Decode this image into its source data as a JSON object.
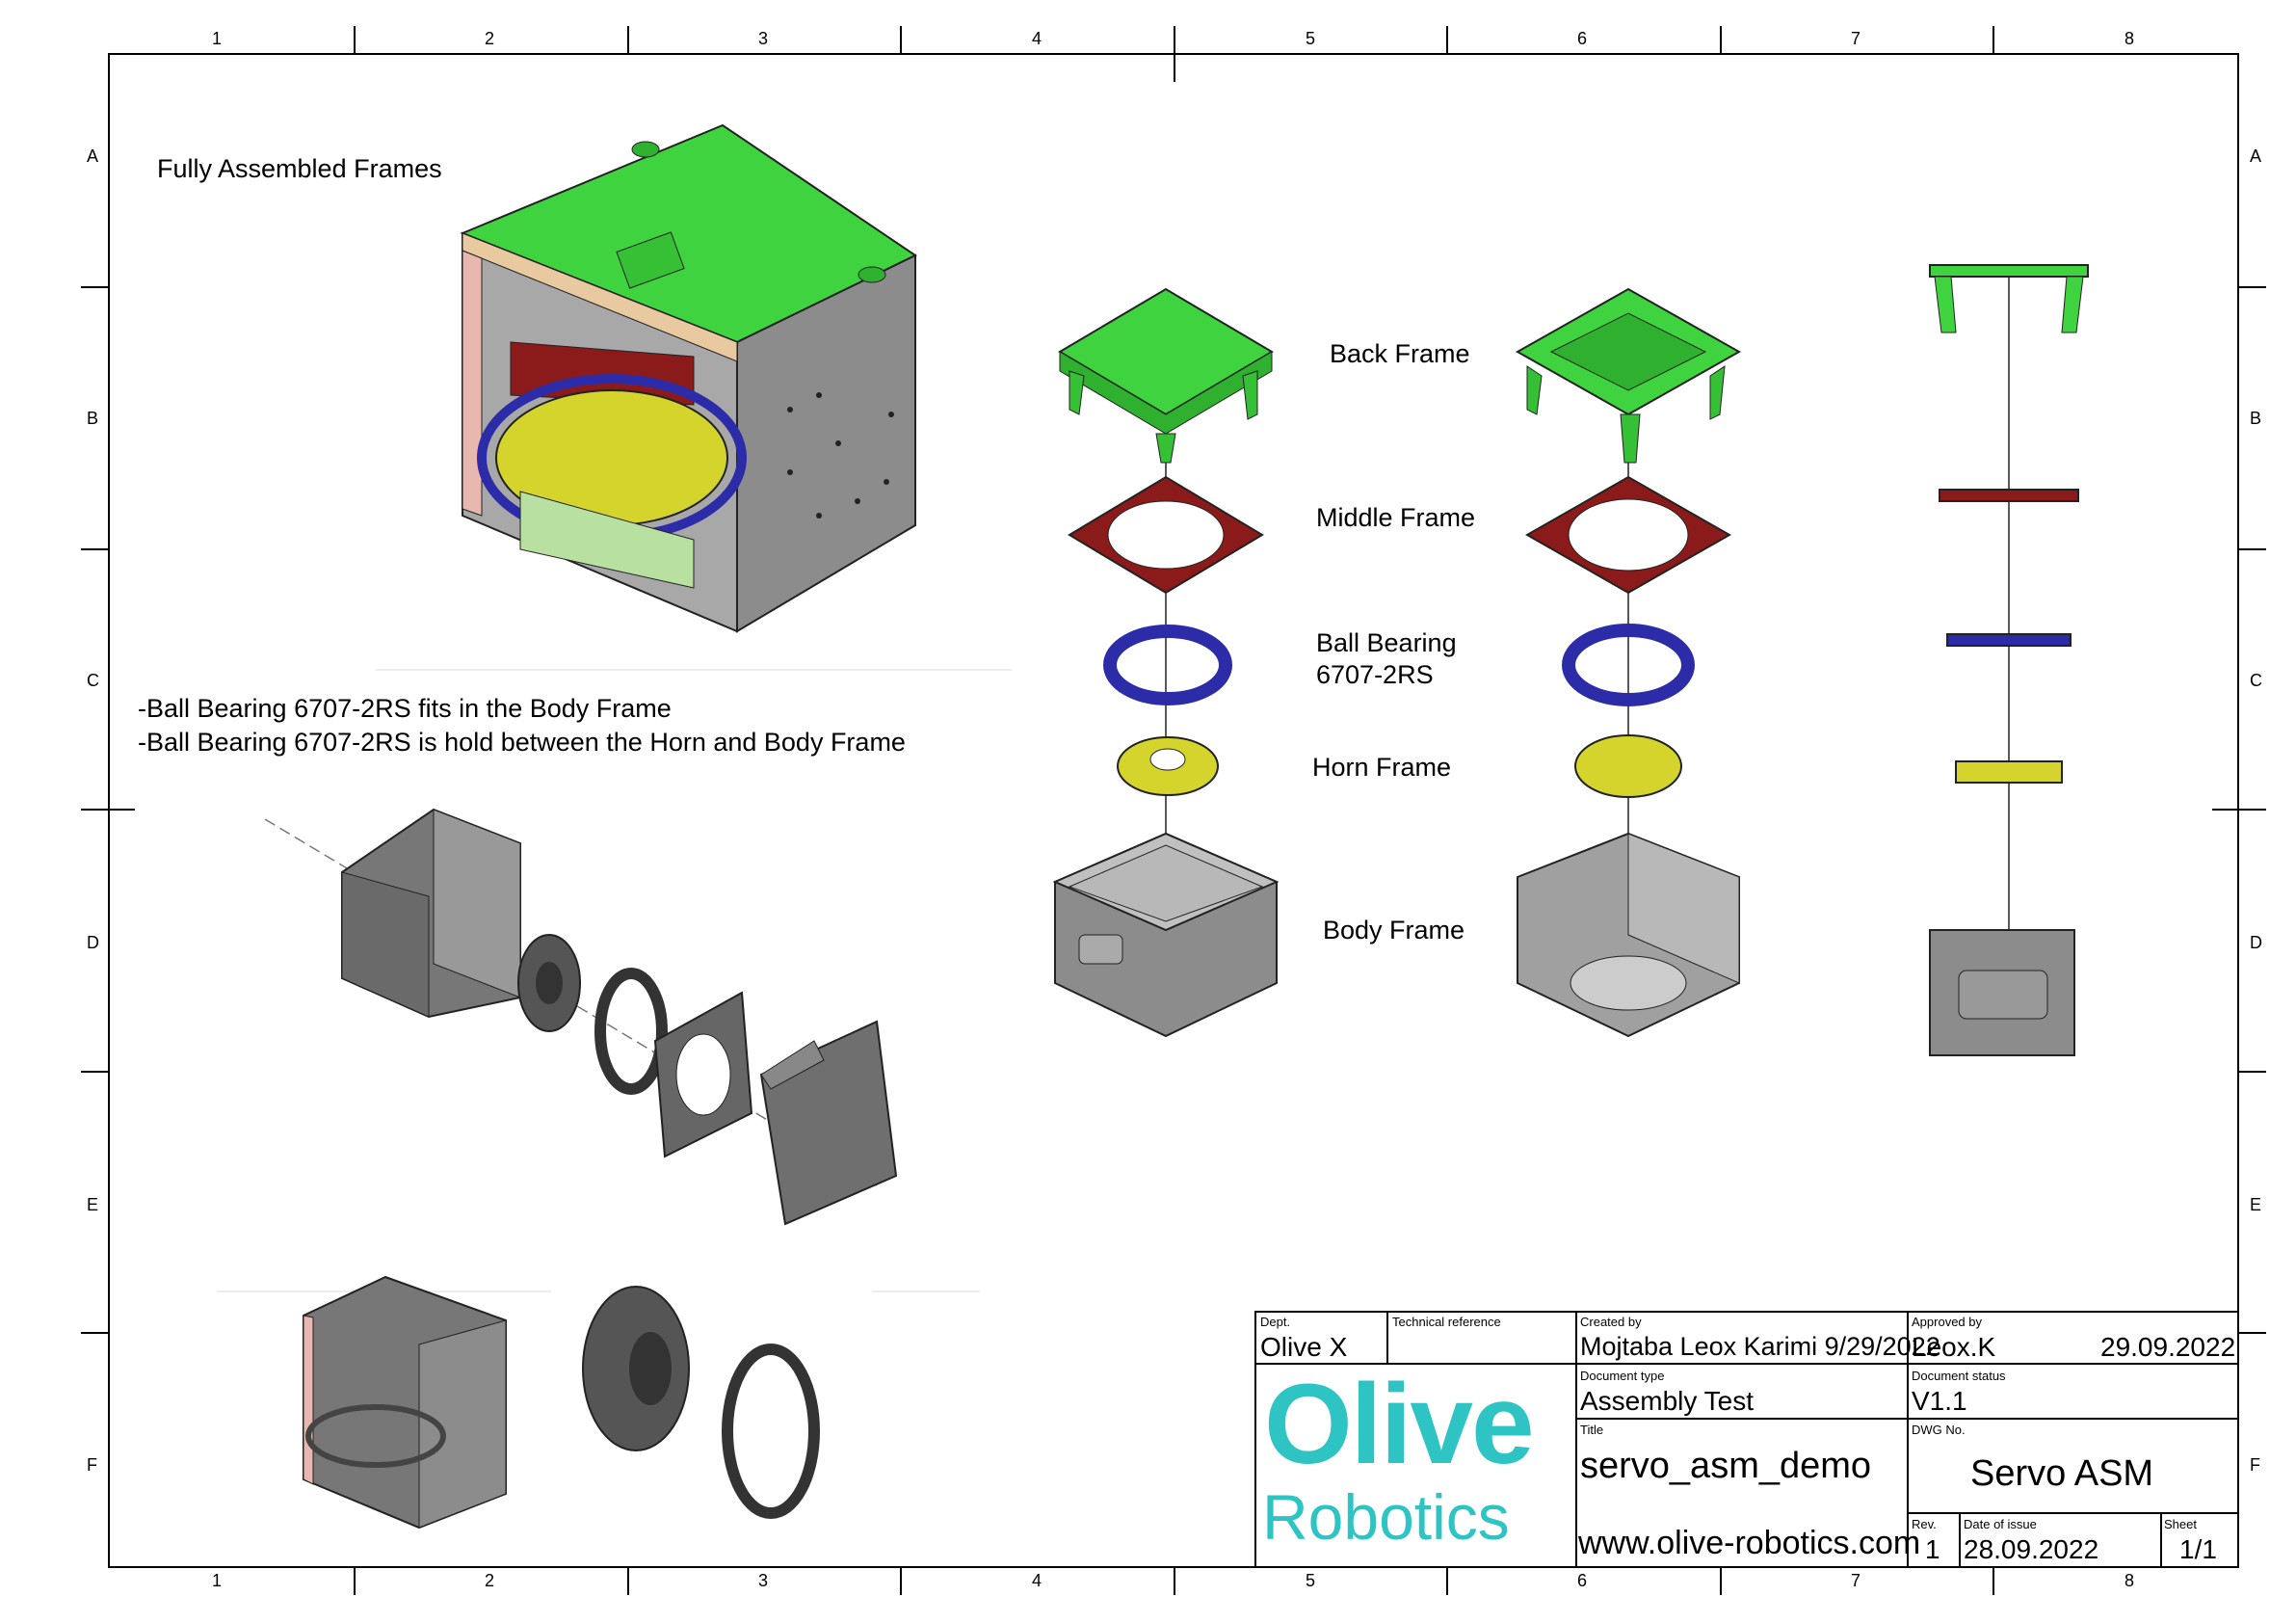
{
  "zones": {
    "columns": [
      "1",
      "2",
      "3",
      "4",
      "5",
      "6",
      "7",
      "8"
    ],
    "rows": [
      "A",
      "B",
      "C",
      "D",
      "E",
      "F"
    ]
  },
  "heading": "Fully Assembled Frames",
  "notes": [
    "-Ball Bearing 6707-2RS fits in the Body Frame",
    "-Ball Bearing 6707-2RS is hold between the Horn and Body Frame"
  ],
  "parts": [
    {
      "label": "Back Frame",
      "color": "#3fd43f"
    },
    {
      "label": "Middle Frame",
      "color": "#8b1a1a"
    },
    {
      "label": "Ball Bearing\n6707-2RS",
      "line1": "Ball Bearing",
      "line2": "6707-2RS",
      "color": "#2c2ca8"
    },
    {
      "label": "Horn Frame",
      "color": "#d4d42c"
    },
    {
      "label": "Body Frame",
      "color": "#8c8c8c"
    }
  ],
  "title_block": {
    "dept_caption": "Dept.",
    "dept": "Olive X",
    "techref_caption": "Technical reference",
    "created_caption": "Created by",
    "created": "Mojtaba Leox Karimi  9/29/2022",
    "approved_caption": "Approved by",
    "approved": "Leox.K",
    "approved_date": "29.09.2022",
    "doctype_caption": "Document type",
    "doctype": "Assembly Test",
    "docstatus_caption": "Document status",
    "docstatus": "V1.1",
    "title_caption": "Title",
    "title": "servo_asm_demo",
    "dwg_caption": "DWG No.",
    "dwg": "Servo ASM",
    "website": "www.olive-robotics.com",
    "rev_caption": "Rev.",
    "rev": "1",
    "issue_caption": "Date of issue",
    "issue": "28.09.2022",
    "sheet_caption": "Sheet",
    "sheet": "1/1",
    "logo_line1": "Olive",
    "logo_line2": "Robotics",
    "logo_color": "#2ec4c4"
  }
}
